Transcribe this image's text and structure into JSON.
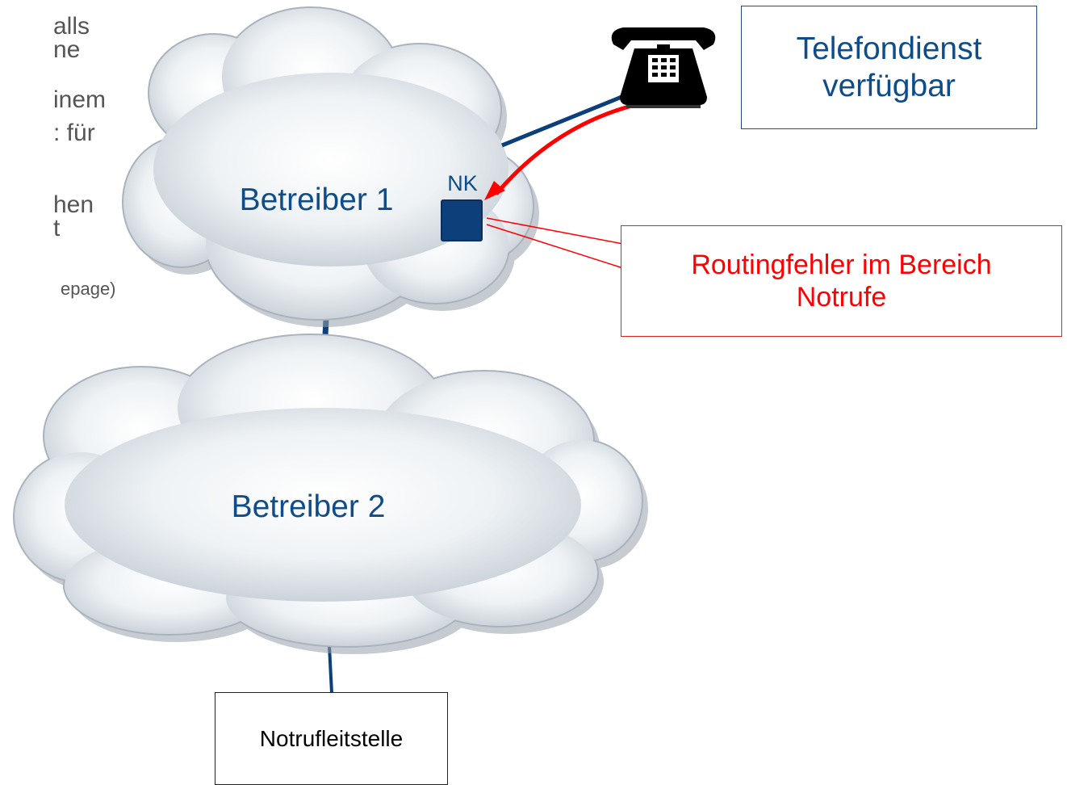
{
  "background_text": {
    "fragments": [
      "alls",
      "ne",
      "inem",
      ": für",
      "hen",
      "t",
      "epage)"
    ]
  },
  "clouds": {
    "operator1_label": "Betreiber 1",
    "operator2_label": "Betreiber 2"
  },
  "node": {
    "label": "NK"
  },
  "boxes": {
    "telefondienst": {
      "line1": "Telefondienst",
      "line2": "verfügbar"
    },
    "routing_error": {
      "line1": "Routingfehler im Bereich",
      "line2": "Notrufe"
    },
    "emergency_center": {
      "label": "Notrufleitstelle"
    }
  },
  "colors": {
    "cloud_fill": "#dde4ea",
    "cloud_outline": "#aab3bd",
    "link_blue": "#0d3f7a",
    "arrow_red": "#ff0000",
    "label_blue": "#0f4c8a",
    "node_fill": "#0d3f7a"
  },
  "icons": {
    "telephone": "desk-telephone-icon",
    "node": "network-node-icon"
  }
}
